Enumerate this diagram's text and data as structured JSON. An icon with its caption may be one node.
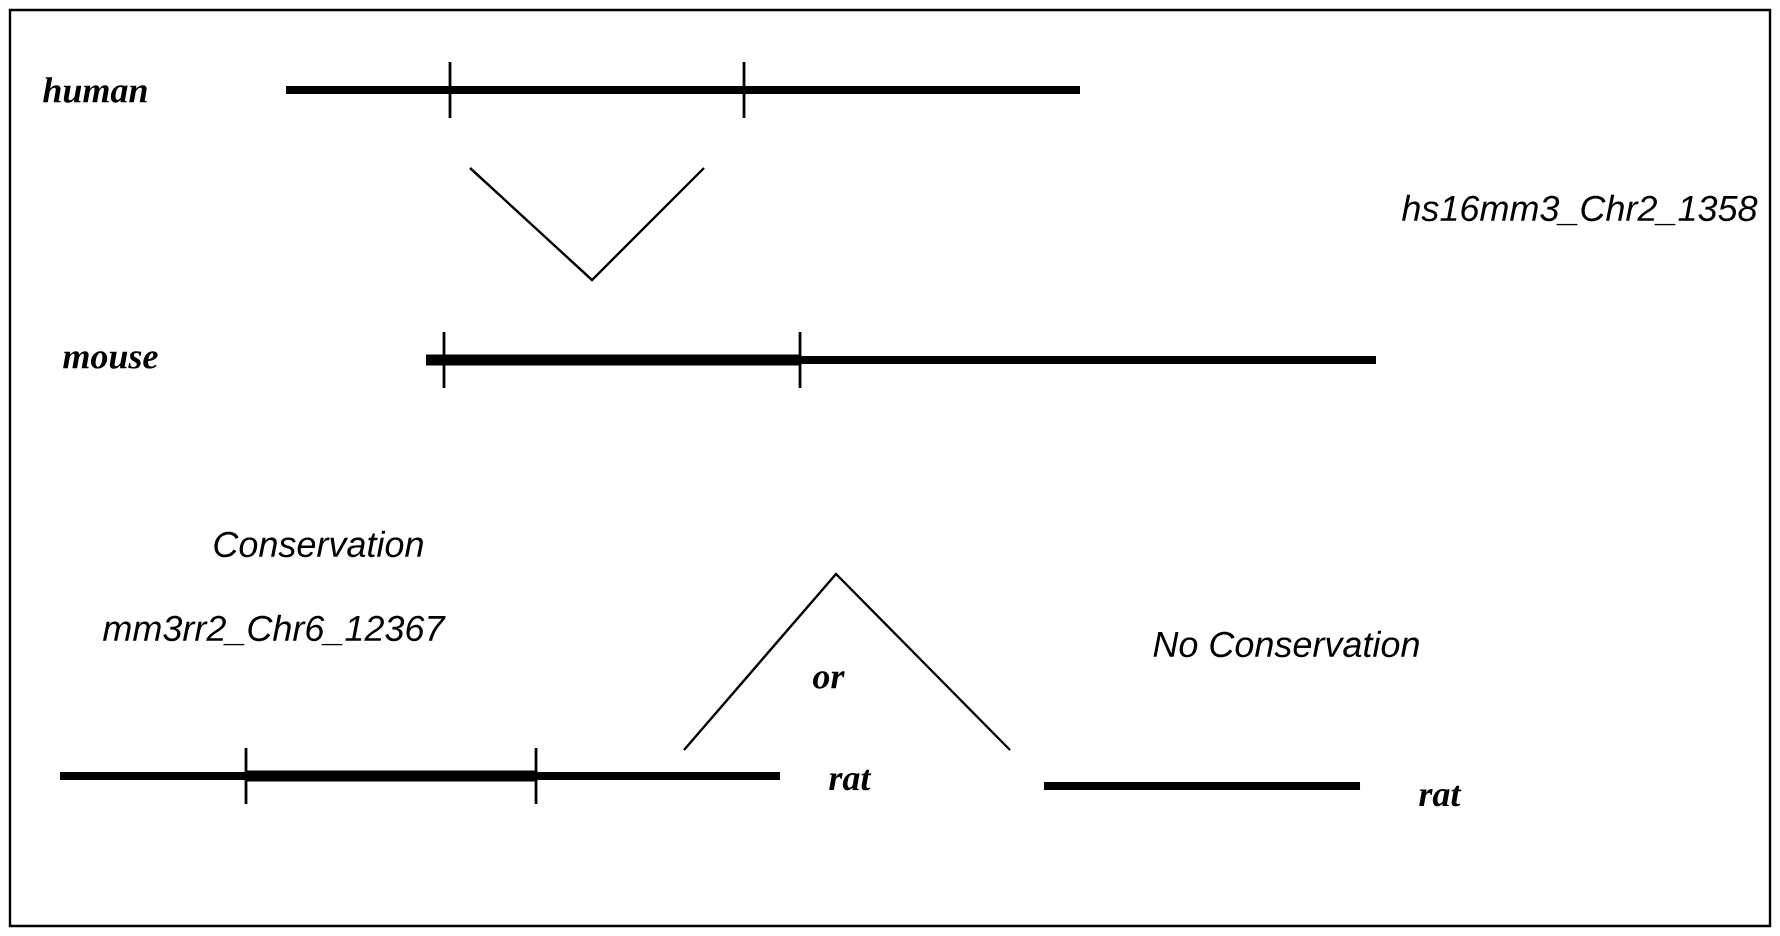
{
  "diagram": {
    "labels": [
      "human",
      "hs16mm3_Chr2_1358",
      "mouse",
      "Conservation",
      "mm3rr2_Chr6_12367",
      "or",
      "No Conservation",
      "rat",
      "rat"
    ]
  }
}
